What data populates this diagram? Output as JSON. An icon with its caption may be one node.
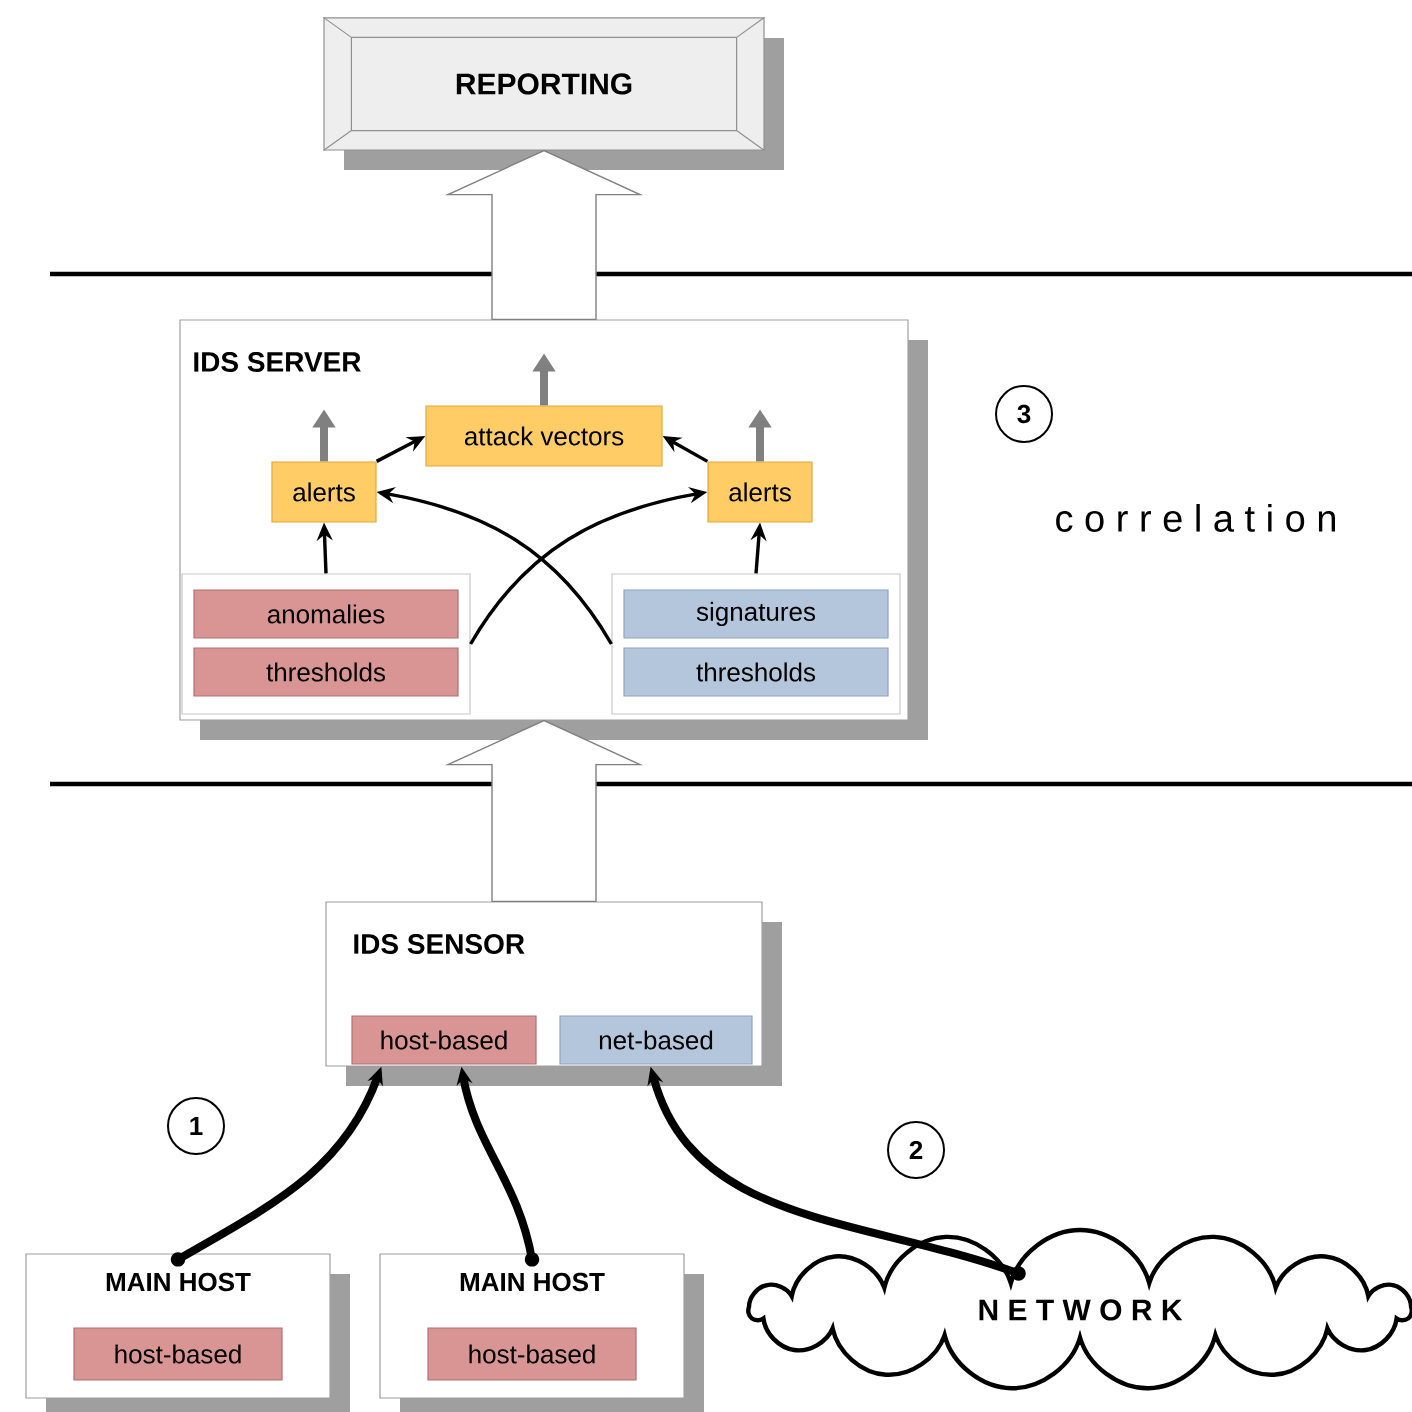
{
  "diagram": {
    "nodes": [
      {
        "text": [
          "REPORTING"
        ]
      },
      {
        "text": [
          "IDS SERVER"
        ]
      },
      {
        "text": [
          "alerts"
        ],
        "in": 1
      },
      {
        "text": [
          "attack vectors"
        ],
        "in": 1
      },
      {
        "text": [
          "alerts"
        ],
        "in": 1
      },
      {
        "text": [],
        "shape": "box",
        "in": 1
      },
      {
        "text": [
          "anomalies"
        ],
        "in": 5
      },
      {
        "text": [
          "thresholds"
        ],
        "in": 5
      },
      {
        "text": [],
        "shape": "box",
        "in": 1
      },
      {
        "text": [
          "signatures"
        ],
        "in": 8
      },
      {
        "text": [
          "thresholds"
        ],
        "in": 8
      },
      {
        "text": [
          "IDS SENSOR"
        ]
      },
      {
        "text": [
          "host-based"
        ],
        "in": 11
      },
      {
        "text": [
          "net-based"
        ],
        "in": 11
      },
      {
        "text": [
          "MAIN HOST"
        ]
      },
      {
        "text": [
          "host-based"
        ],
        "in": 14
      },
      {
        "text": [
          "MAIN HOST"
        ]
      },
      {
        "text": [
          "host-based"
        ],
        "in": 16
      },
      {
        "text": [
          "N E T W O R K"
        ]
      }
    ],
    "edges": [
      {
        "from": 1,
        "to": 0,
        "arrow": "to"
      },
      {
        "from": 11,
        "to": 1,
        "arrow": "to"
      },
      {
        "from": 2,
        "to": 3,
        "arrow": "to"
      },
      {
        "from": 4,
        "to": 3,
        "arrow": "to"
      },
      {
        "from": 5,
        "to": 2,
        "arrow": "to"
      },
      {
        "from": 8,
        "to": 4,
        "arrow": "to"
      },
      {
        "from": 5,
        "to": 4,
        "arrow": "to"
      },
      {
        "from": 8,
        "to": 2,
        "arrow": "to"
      },
      {
        "from": 2,
        "to": null,
        "arrow": "to",
        "style": "thick",
        "color": "#808080"
      },
      {
        "from": 3,
        "to": null,
        "arrow": "to",
        "style": "thick",
        "color": "#808080"
      },
      {
        "from": 4,
        "to": null,
        "arrow": "to",
        "style": "thick",
        "color": "#808080"
      },
      {
        "from": 14,
        "to": 11,
        "arrow": "to",
        "style": "thick"
      },
      {
        "from": 16,
        "to": 11,
        "arrow": "to",
        "style": "thick"
      },
      {
        "from": 18,
        "to": 11,
        "arrow": "to",
        "style": "thick"
      }
    ],
    "labels": [
      "3",
      "c o r r e l a t i o n",
      "1",
      "2"
    ]
  }
}
